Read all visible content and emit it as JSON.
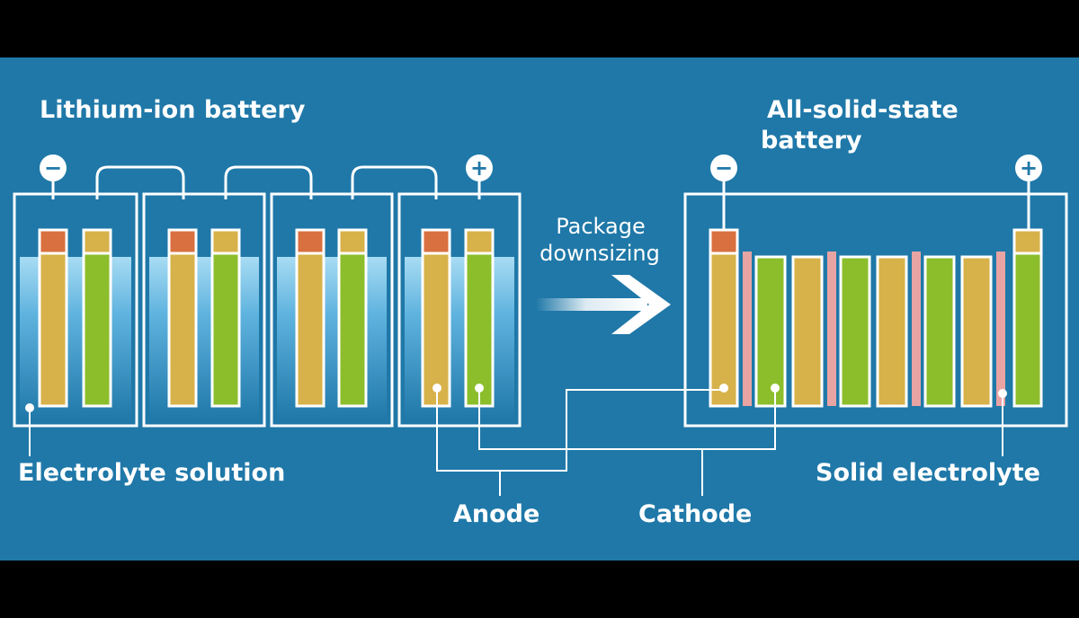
{
  "diagram": {
    "left_title": "Lithium-ion battery",
    "right_title_line1": "All-solid-state",
    "right_title_line2": "battery",
    "arrow_label_line1": "Package",
    "arrow_label_line2": "downsizing",
    "labels": {
      "electrolyte_solution": "Electrolyte solution",
      "anode": "Anode",
      "cathode": "Cathode",
      "solid_electrolyte": "Solid electrolyte"
    },
    "terminals": {
      "negative": "−",
      "positive": "+"
    },
    "left_cell_count": 4,
    "right_cathode_layers": 4,
    "right_anode_layers": 4
  },
  "colors": {
    "background": "#1f78a8",
    "frame": "#ffffff",
    "anode": "#d7b24a",
    "cathode": "#8cbe2c",
    "current_collector": "#d9703f",
    "solid_electrolyte": "#e8a3a3",
    "liquid_top": "#9fd4ef",
    "liquid_bottom": "#1f78a8"
  }
}
